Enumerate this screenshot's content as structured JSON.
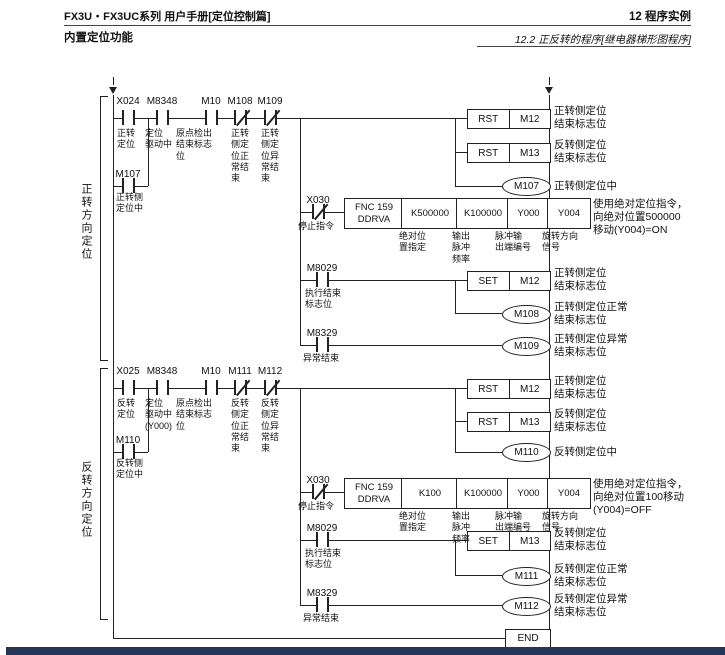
{
  "page": {
    "footer_bar_color": "#263659"
  },
  "header": {
    "manual_title": "FX3U・FX3UC系列 用户手册[定位控制篇]",
    "manual_subtitle": "内置定位功能",
    "chapter": "12 程序实例",
    "section": "12.2 正反转的程序[继电器梯形图程序]"
  },
  "diagram": {
    "end_label": "END",
    "forward": {
      "group_label": "正转方向定位",
      "contacts": [
        {
          "name": "X024",
          "desc": "正转\n定位"
        },
        {
          "name": "M8348",
          "desc": "定位\n驱动中"
        },
        {
          "name": "M10",
          "desc": "原点检出\n结束标志\n位"
        },
        {
          "name": "M108",
          "desc": "正转\n侧定\n位正\n常结\n束"
        },
        {
          "name": "M109",
          "desc": "正转\n侧定\n位异\n常结\n束"
        }
      ],
      "rst1": {
        "op": "RST",
        "operand": "M12",
        "note": "正转侧定位\n结束标志位"
      },
      "rst2": {
        "op": "RST",
        "operand": "M13",
        "note": "反转侧定位\n结束标志位"
      },
      "coil_run": {
        "name": "M107",
        "note": "正转侧定位中"
      },
      "seal": {
        "name": "M107",
        "desc": "正转侧\n定位中"
      },
      "stop": {
        "name": "X030",
        "desc": "停止指令"
      },
      "fnc": {
        "title": "FNC 159\nDDRVA",
        "params": [
          {
            "value": "K500000",
            "desc": "绝对位\n置指定"
          },
          {
            "value": "K100000",
            "desc": "输出\n脉冲\n频率"
          },
          {
            "value": "Y000",
            "desc": "脉冲输\n出端编号"
          },
          {
            "value": "Y004",
            "desc": "旋转方向\n信号"
          }
        ],
        "note": "使用绝对定位指令，\n向绝对位置500000\n移动(Y004)=ON"
      },
      "done": {
        "name": "M8029",
        "desc": "执行结束\n标志位"
      },
      "set1": {
        "op": "SET",
        "operand": "M12",
        "note": "正转侧定位\n结束标志位"
      },
      "coil_ok": {
        "name": "M108",
        "note": "正转侧定位正常\n结束标志位"
      },
      "abort": {
        "name": "M8329",
        "desc": "异常结束"
      },
      "coil_err": {
        "name": "M109",
        "note": "正转侧定位异常\n结束标志位"
      }
    },
    "reverse": {
      "group_label": "反转方向定位",
      "contacts": [
        {
          "name": "X025",
          "desc": "反转\n定位"
        },
        {
          "name": "M8348",
          "desc": "定位\n驱动中\n(Y000)"
        },
        {
          "name": "M10",
          "desc": "原点检出\n结束标志\n位"
        },
        {
          "name": "M111",
          "desc": "反转\n侧定\n位正\n常结\n束"
        },
        {
          "name": "M112",
          "desc": "反转\n侧定\n位异\n常结\n束"
        }
      ],
      "rst1": {
        "op": "RST",
        "operand": "M12",
        "note": "正转侧定位\n结束标志位"
      },
      "rst2": {
        "op": "RST",
        "operand": "M13",
        "note": "反转侧定位\n结束标志位"
      },
      "coil_run": {
        "name": "M110",
        "note": "反转侧定位中"
      },
      "seal": {
        "name": "M110",
        "desc": "反转侧\n定位中"
      },
      "stop": {
        "name": "X030",
        "desc": "停止指令"
      },
      "fnc": {
        "title": "FNC 159\nDDRVA",
        "params": [
          {
            "value": "K100",
            "desc": "绝对位\n置指定"
          },
          {
            "value": "K100000",
            "desc": "输出\n脉冲\n频率"
          },
          {
            "value": "Y000",
            "desc": "脉冲输\n出端编号"
          },
          {
            "value": "Y004",
            "desc": "旋转方向\n信号"
          }
        ],
        "note": "使用绝对定位指令，\n向绝对位置100移动\n(Y004)=OFF"
      },
      "done": {
        "name": "M8029",
        "desc": "执行结束\n标志位"
      },
      "set1": {
        "op": "SET",
        "operand": "M13",
        "note": "反转侧定位\n结束标志位"
      },
      "coil_ok": {
        "name": "M111",
        "note": "反转侧定位正常\n结束标志位"
      },
      "abort": {
        "name": "M8329",
        "desc": "异常结束"
      },
      "coil_err": {
        "name": "M112",
        "note": "反转侧定位异常\n结束标志位"
      }
    }
  }
}
